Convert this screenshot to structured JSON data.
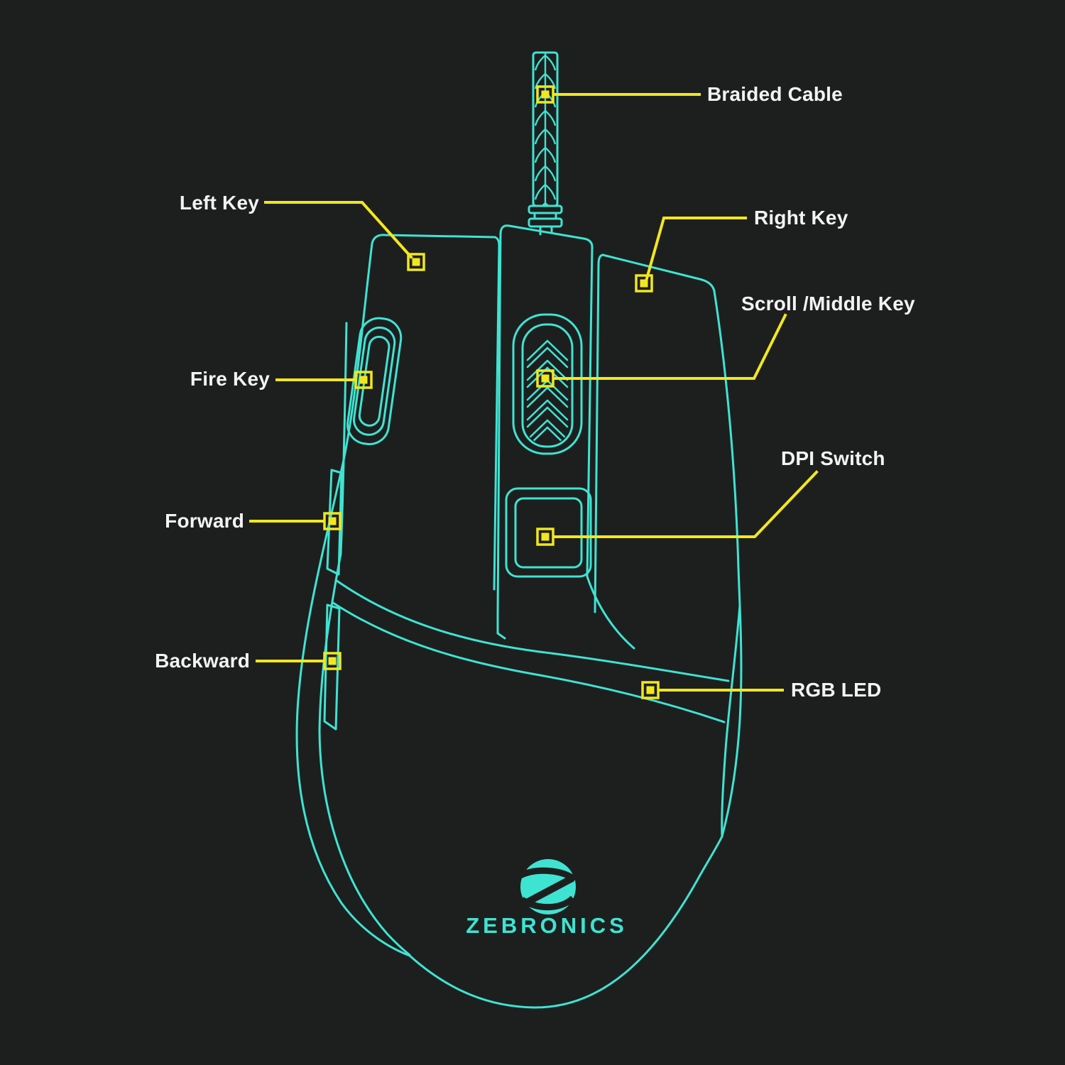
{
  "diagram": {
    "labels": {
      "braided_cable": "Braided Cable",
      "left_key": "Left Key",
      "right_key": "Right Key",
      "scroll_middle_key": "Scroll /Middle Key",
      "fire_key": "Fire Key",
      "dpi_switch": "DPI Switch",
      "forward": "Forward",
      "backward": "Backward",
      "rgb_led": "RGB LED"
    },
    "brand": {
      "wordmark": "ZEBRONICS",
      "logo_icon": "zebronics-z-circle-logo"
    },
    "colors": {
      "background": "#1d1f1f",
      "mouse_outline": "#3fe3d2",
      "callout_yellow": "#f2e71d",
      "label_text": "#f3f3f3"
    }
  }
}
